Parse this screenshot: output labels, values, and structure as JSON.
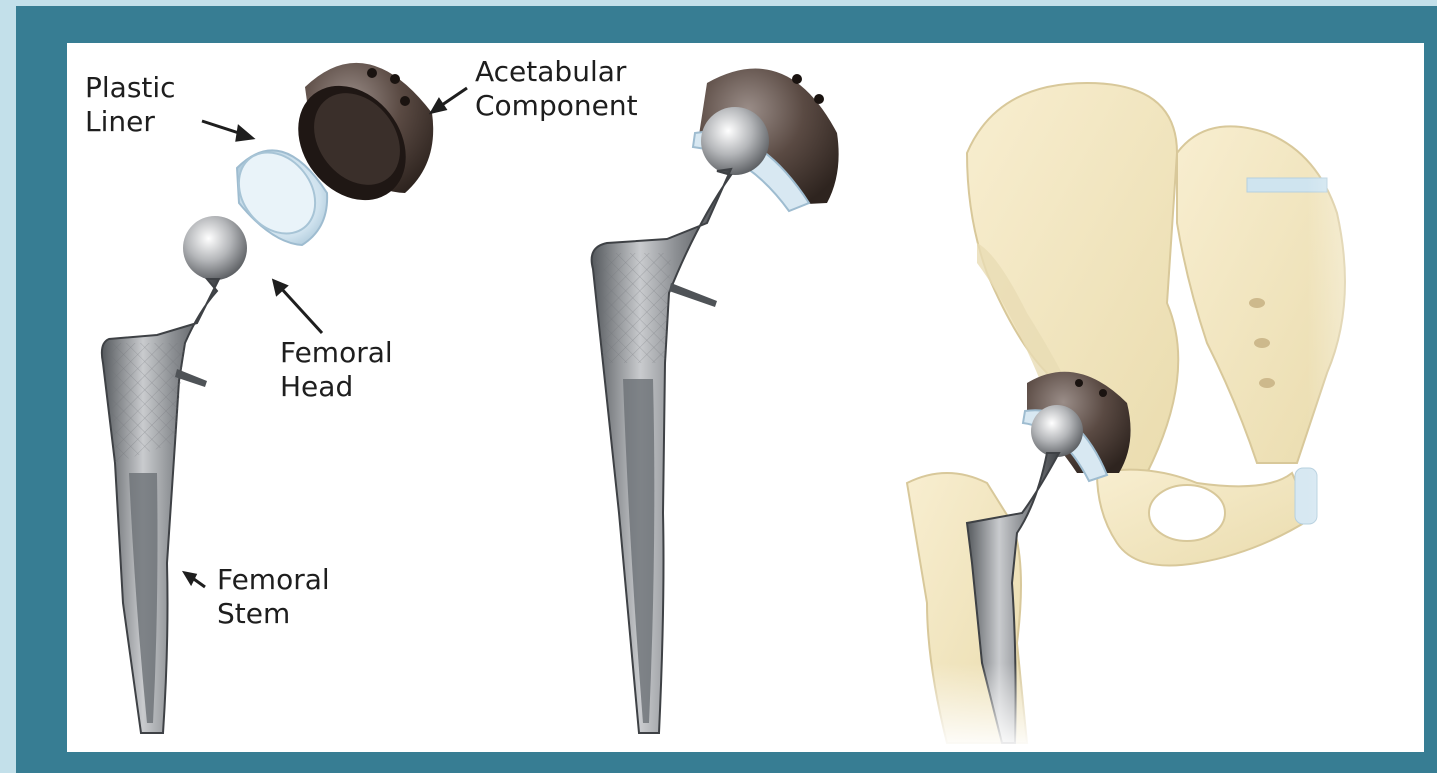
{
  "labels": {
    "plastic_liner": {
      "line1": "Plastic",
      "line2": "Liner"
    },
    "acetabular_component": {
      "line1": "Acetabular",
      "line2": "Component"
    },
    "femoral_head": {
      "line1": "Femoral",
      "line2": "Head"
    },
    "femoral_stem": {
      "line1": "Femoral",
      "line2": "Stem"
    }
  },
  "colors": {
    "outer_background": "#c3e0ea",
    "frame": "#377d93",
    "panel": "#ffffff",
    "metal": "#9a9c9f",
    "metal_dark": "#4f5357",
    "cup": "#4a3a33",
    "liner": "#d8e8f2",
    "bone": "#f3e7c3",
    "bone_edge": "#d8c89a",
    "text": "#1e1e1e"
  }
}
